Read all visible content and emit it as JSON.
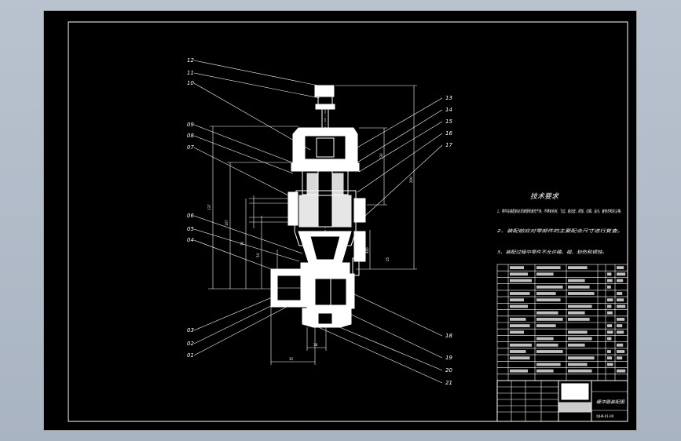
{
  "part_labels": [
    "12",
    "11",
    "10",
    "09",
    "08",
    "07",
    "06",
    "05",
    "04",
    "03",
    "02",
    "01",
    "13",
    "14",
    "15",
    "16",
    "17",
    "18",
    "19",
    "20",
    "21"
  ],
  "dimensions": [
    "137",
    "107",
    "70",
    "54",
    "35",
    "38",
    "130",
    "200",
    "400",
    "25"
  ],
  "technical_requirements": {
    "title": "技术要求",
    "lines": [
      "1、零件在装配前必须清理和清洗干净，不得有毛刺、飞边、氧化皮、锈蚀、切屑、油污、着色剂和灰尘等。",
      "2、装配前应对零部件的主要配合尺寸进行复查。",
      "3、装配过程中零件不允许磕、碰、划伤和锈蚀。"
    ]
  },
  "title_block": {
    "name": "缓冲器装配图",
    "drawing_no": "XJHK-01-00"
  },
  "colors": {
    "background": "#000000",
    "lines": "#ffffff",
    "window": "#b9c3cf"
  }
}
